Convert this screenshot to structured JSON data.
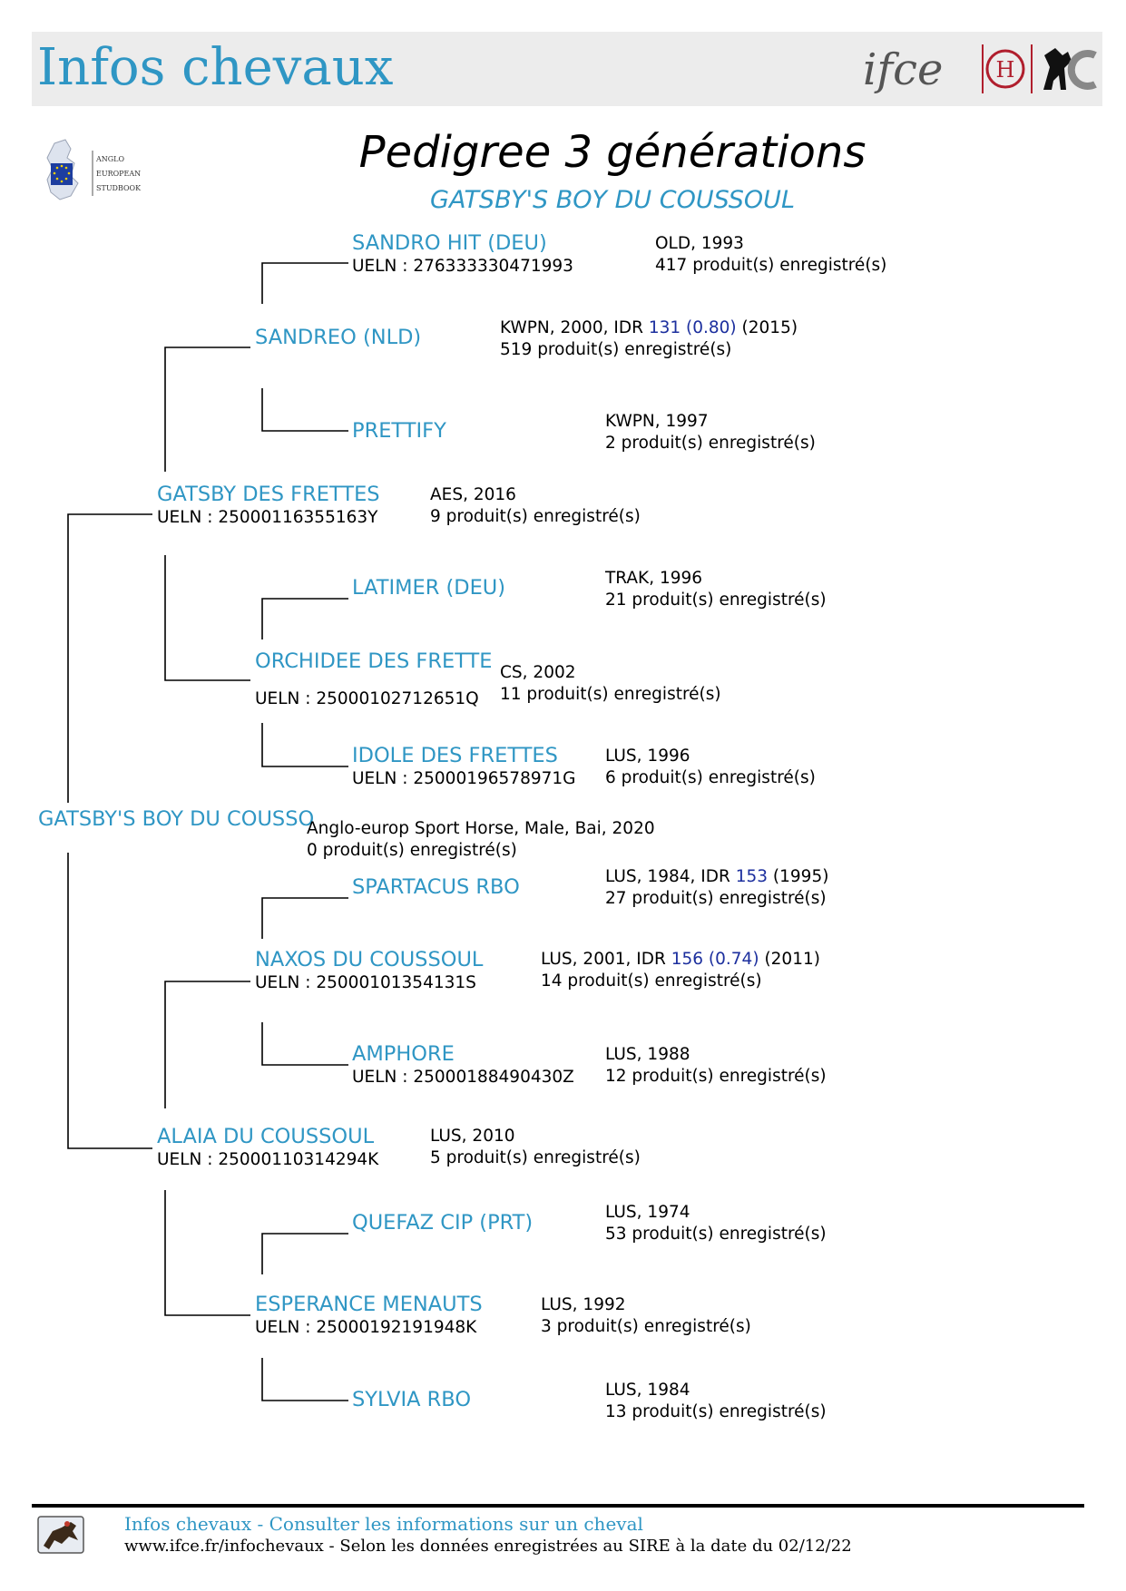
{
  "header": {
    "banner_title": "Infos chevaux",
    "logo_text": "ifce",
    "page_title": "Pedigree 3 générations",
    "horse_name": "GATSBY'S BOY DU COUSSOUL"
  },
  "colors": {
    "accent": "#2f96c4",
    "banner_bg": "#ececec",
    "idr_blue": "#1c2f9e",
    "brand_red": "#b01e2d"
  },
  "studbook_logo": {
    "lines": [
      "ANGLO",
      "EUROPEAN",
      "STUDBOOK"
    ]
  },
  "subject": {
    "name": "GATSBY'S BOY DU COUSSO",
    "info1": "Anglo-europ Sport Horse, Male, Bai, 2020",
    "info2": "0 produit(s) enregistré(s)"
  },
  "pedigree": {
    "sire": {
      "name": "GATSBY DES FRETTES",
      "ueln": "UELN : 25000116355163Y",
      "info1": "AES, 2016",
      "info2": "9 produit(s) enregistré(s)",
      "sire": {
        "name": "SANDREO (NLD)",
        "info1_pre": "KWPN, 2000, IDR ",
        "idr": "131",
        "idr_coef": "(0.80)",
        "info1_post": " (2015)",
        "info2": "519 produit(s) enregistré(s)",
        "sire": {
          "name": "SANDRO HIT (DEU)",
          "ueln": "UELN : 276333330471993",
          "info1": "OLD, 1993",
          "info2": "417 produit(s) enregistré(s)"
        },
        "dam": {
          "name": "PRETTIFY",
          "info1": "KWPN, 1997",
          "info2": "2 produit(s) enregistré(s)"
        }
      },
      "dam": {
        "name": "ORCHIDEE DES FRETTE",
        "ueln": "UELN : 25000102712651Q",
        "info1": "CS, 2002",
        "info2": "11 produit(s) enregistré(s)",
        "sire": {
          "name": "LATIMER (DEU)",
          "info1": "TRAK, 1996",
          "info2": "21 produit(s) enregistré(s)"
        },
        "dam": {
          "name": "IDOLE DES FRETTES",
          "ueln": "UELN : 25000196578971G",
          "info1": "LUS, 1996",
          "info2": "6 produit(s) enregistré(s)"
        }
      }
    },
    "dam": {
      "name": "ALAIA DU COUSSOUL",
      "ueln": "UELN : 25000110314294K",
      "info1": "LUS, 2010",
      "info2": "5 produit(s) enregistré(s)",
      "sire": {
        "name": "NAXOS DU COUSSOUL",
        "ueln": "UELN : 25000101354131S",
        "info1_pre": "LUS, 2001, IDR ",
        "idr": "156",
        "idr_coef": "(0.74)",
        "info1_post": " (2011)",
        "info2": "14 produit(s) enregistré(s)",
        "sire": {
          "name": "SPARTACUS RBO",
          "info1_pre": "LUS, 1984, IDR ",
          "idr": "153",
          "info1_post": " (1995)",
          "info2": "27 produit(s) enregistré(s)"
        },
        "dam": {
          "name": "AMPHORE",
          "ueln": "UELN : 25000188490430Z",
          "info1": "LUS, 1988",
          "info2": "12 produit(s) enregistré(s)"
        }
      },
      "dam": {
        "name": "ESPERANCE MENAUTS",
        "ueln": "UELN : 25000192191948K",
        "info1": "LUS, 1992",
        "info2": "3 produit(s) enregistré(s)",
        "sire": {
          "name": "QUEFAZ CIP (PRT)",
          "info1": "LUS, 1974",
          "info2": "53 produit(s) enregistré(s)"
        },
        "dam": {
          "name": "SYLVIA RBO",
          "info1": "LUS, 1984",
          "info2": "13 produit(s) enregistré(s)"
        }
      }
    }
  },
  "footer": {
    "line1": "Infos chevaux - Consulter les informations sur un cheval",
    "line2": "www.ifce.fr/infochevaux - Selon les données enregistrées au SIRE à la date du 02/12/22"
  }
}
